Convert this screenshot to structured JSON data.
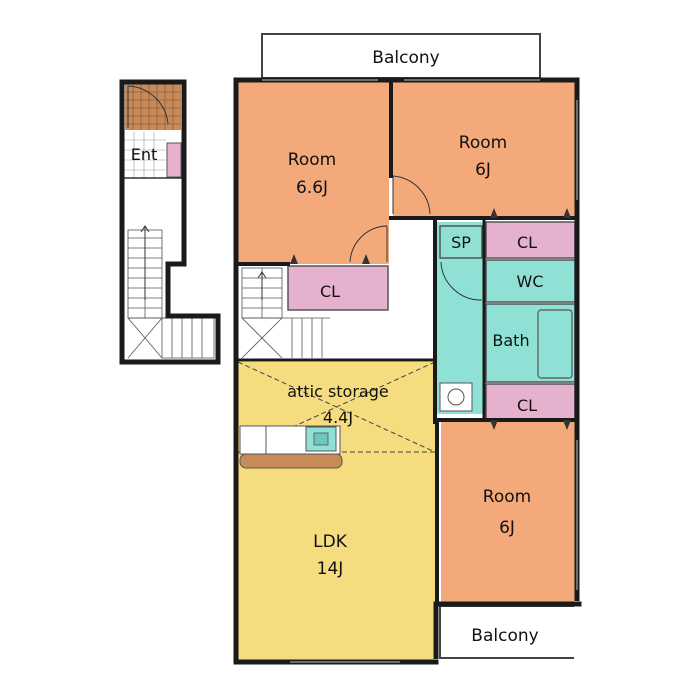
{
  "floorplan": {
    "colors": {
      "room": "#f4a97a",
      "ldk": "#f5dc7e",
      "wet": "#8fe1d6",
      "closet": "#e6b1cf",
      "entry_floor": "#c98a5a",
      "wall": "#1a1a1a",
      "counter": "#c98a5a"
    },
    "labels": {
      "balcony_top": "Balcony",
      "balcony_bottom": "Balcony",
      "room_left_name": "Room",
      "room_left_size": "6.6J",
      "room_right_name": "Room",
      "room_right_size": "6J",
      "room_bottom_name": "Room",
      "room_bottom_size": "6J",
      "sp": "SP",
      "cl_top": "CL",
      "wc": "WC",
      "bath": "Bath",
      "cl_mid": "CL",
      "cl_left": "CL",
      "attic_name": "attic storage",
      "attic_size": "4.4J",
      "ldk_name": "LDK",
      "ldk_size": "14J",
      "entrance": "Ent"
    }
  }
}
